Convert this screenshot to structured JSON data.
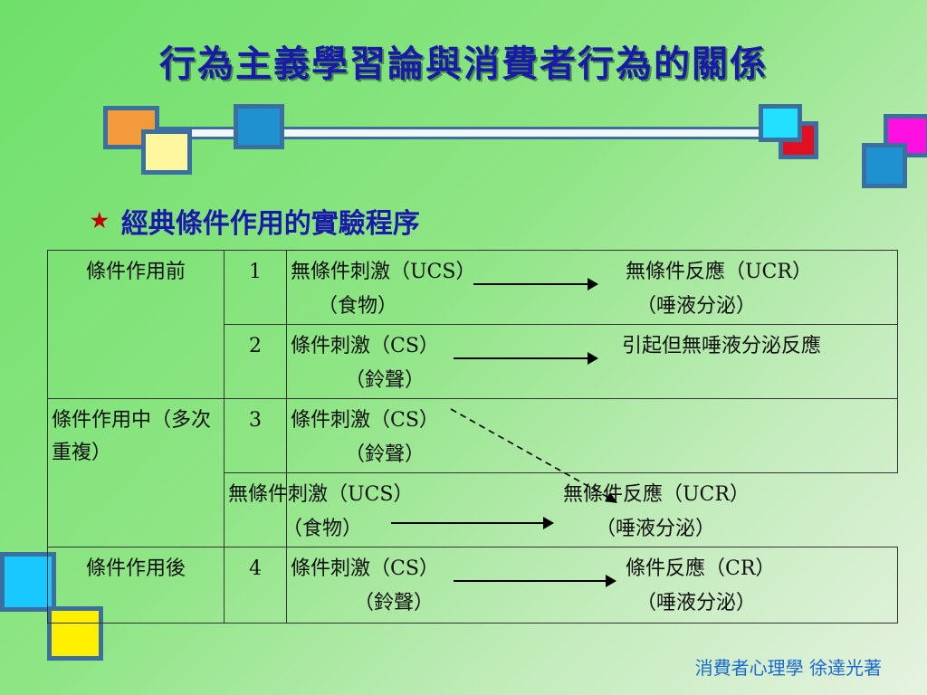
{
  "slide": {
    "title": "行為主義學習論與消費者行為的關係",
    "subtitle": "經典條件作用的實驗程序",
    "footer": "消費者心理學  徐達光著"
  },
  "table": {
    "rows": [
      {
        "phase": "條件作用前",
        "num": "1",
        "left1": "無條件刺激（UCS）",
        "left2": "（食物）",
        "right1": "無條件反應（UCR）",
        "right2": "（唾液分泌）"
      },
      {
        "phase": "",
        "num": "2",
        "left1": "條件刺激（CS）",
        "left2": "（鈴聲）",
        "right1": "引起但無唾液分泌反應",
        "right2": ""
      },
      {
        "phase": "條件作用中（多次重複）",
        "num": "3",
        "left1": "條件刺激（CS）",
        "left2": "（鈴聲）",
        "right1": "",
        "right2": ""
      },
      {
        "phase": "",
        "num": "",
        "left1": "無條件刺激（UCS）",
        "left2": "（食物）",
        "right1": "無條件反應（UCR）",
        "right2": "（唾液分泌）"
      },
      {
        "phase": "條件作用後",
        "num": "4",
        "left1": "條件刺激（CS）",
        "left2": "（鈴聲）",
        "right1": "條件反應（CR）",
        "right2": "（唾液分泌）"
      }
    ]
  },
  "colors": {
    "title": "#1a1aa8",
    "square_orange": "#f39a3a",
    "square_yellow_light": "#fff6a0",
    "square_blue": "#1f90d0",
    "square_cyan": "#22e0ff",
    "square_red": "#e01020",
    "square_magenta": "#ff10e0",
    "square_cyan_bottom": "#18c8ff",
    "square_yellow_bottom": "#fff000"
  }
}
